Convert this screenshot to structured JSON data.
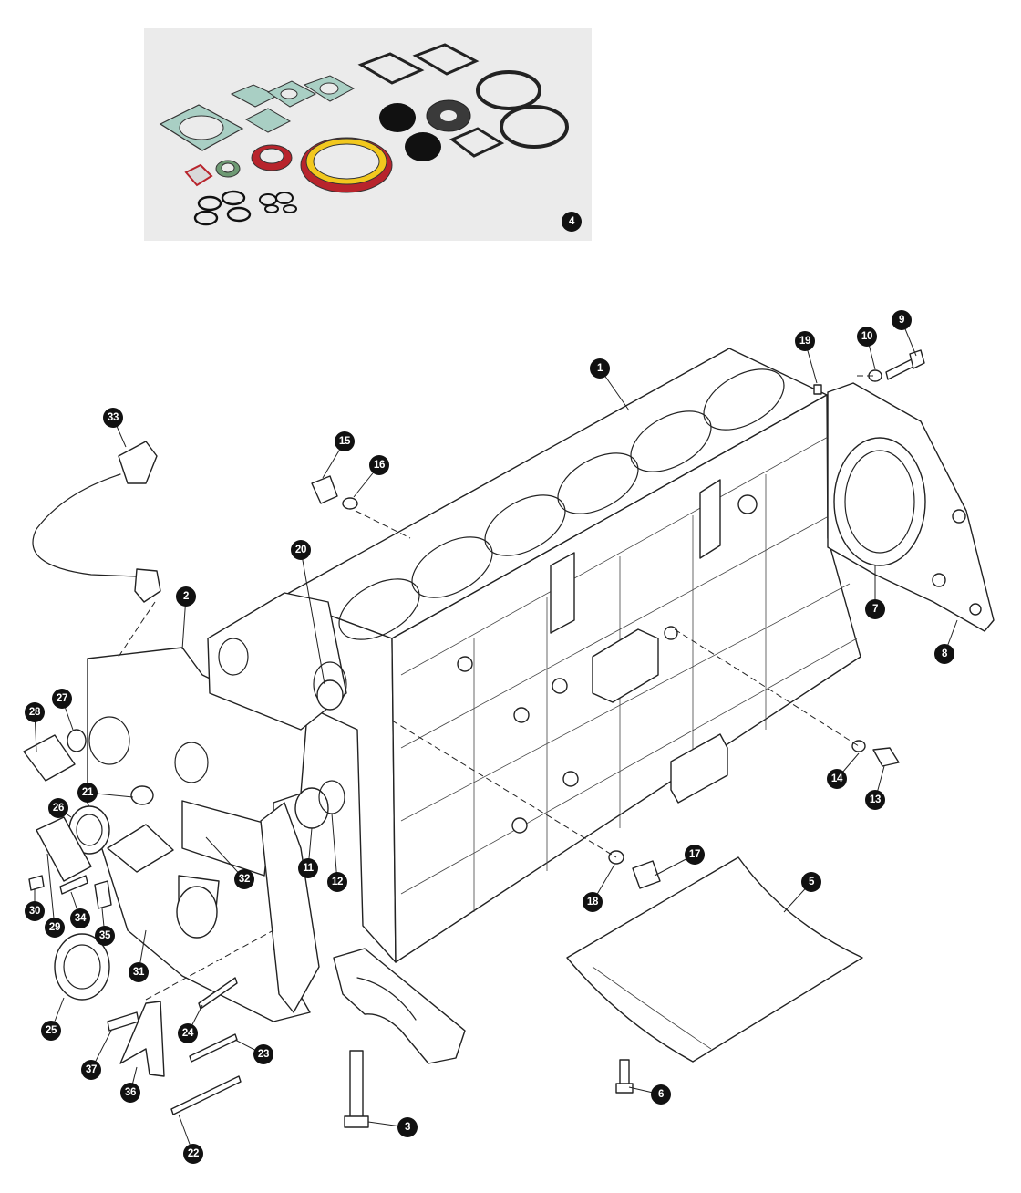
{
  "callouts": [
    {
      "id": "callout-1",
      "label": "1"
    },
    {
      "id": "callout-2",
      "label": "2"
    },
    {
      "id": "callout-3",
      "label": "3"
    },
    {
      "id": "callout-4",
      "label": "4"
    },
    {
      "id": "callout-5",
      "label": "5"
    },
    {
      "id": "callout-6",
      "label": "6"
    },
    {
      "id": "callout-7",
      "label": "7"
    },
    {
      "id": "callout-8",
      "label": "8"
    },
    {
      "id": "callout-9",
      "label": "9"
    },
    {
      "id": "callout-10",
      "label": "10"
    },
    {
      "id": "callout-11",
      "label": "11"
    },
    {
      "id": "callout-12",
      "label": "12"
    },
    {
      "id": "callout-13",
      "label": "13"
    },
    {
      "id": "callout-14",
      "label": "14"
    },
    {
      "id": "callout-15",
      "label": "15"
    },
    {
      "id": "callout-16",
      "label": "16"
    },
    {
      "id": "callout-17",
      "label": "17"
    },
    {
      "id": "callout-18",
      "label": "18"
    },
    {
      "id": "callout-19",
      "label": "19"
    },
    {
      "id": "callout-20",
      "label": "20"
    },
    {
      "id": "callout-21",
      "label": "21"
    },
    {
      "id": "callout-22",
      "label": "22"
    },
    {
      "id": "callout-23",
      "label": "23"
    },
    {
      "id": "callout-24",
      "label": "24"
    },
    {
      "id": "callout-25",
      "label": "25"
    },
    {
      "id": "callout-26",
      "label": "26"
    },
    {
      "id": "callout-27",
      "label": "27"
    },
    {
      "id": "callout-28",
      "label": "28"
    },
    {
      "id": "callout-29",
      "label": "29"
    },
    {
      "id": "callout-30",
      "label": "30"
    },
    {
      "id": "callout-31",
      "label": "31"
    },
    {
      "id": "callout-32",
      "label": "32"
    },
    {
      "id": "callout-33",
      "label": "33"
    },
    {
      "id": "callout-34",
      "label": "34"
    },
    {
      "id": "callout-35",
      "label": "35"
    },
    {
      "id": "callout-36",
      "label": "36"
    },
    {
      "id": "callout-37",
      "label": "37"
    }
  ],
  "colors": {
    "callout_fill": "#111111",
    "callout_text": "#ffffff",
    "kit_panel": "#ebebeb",
    "gasket_green": "#a9cfc4",
    "seal_red": "#b8242c",
    "seal_yellow": "#f2c81e",
    "line": "#222222"
  }
}
